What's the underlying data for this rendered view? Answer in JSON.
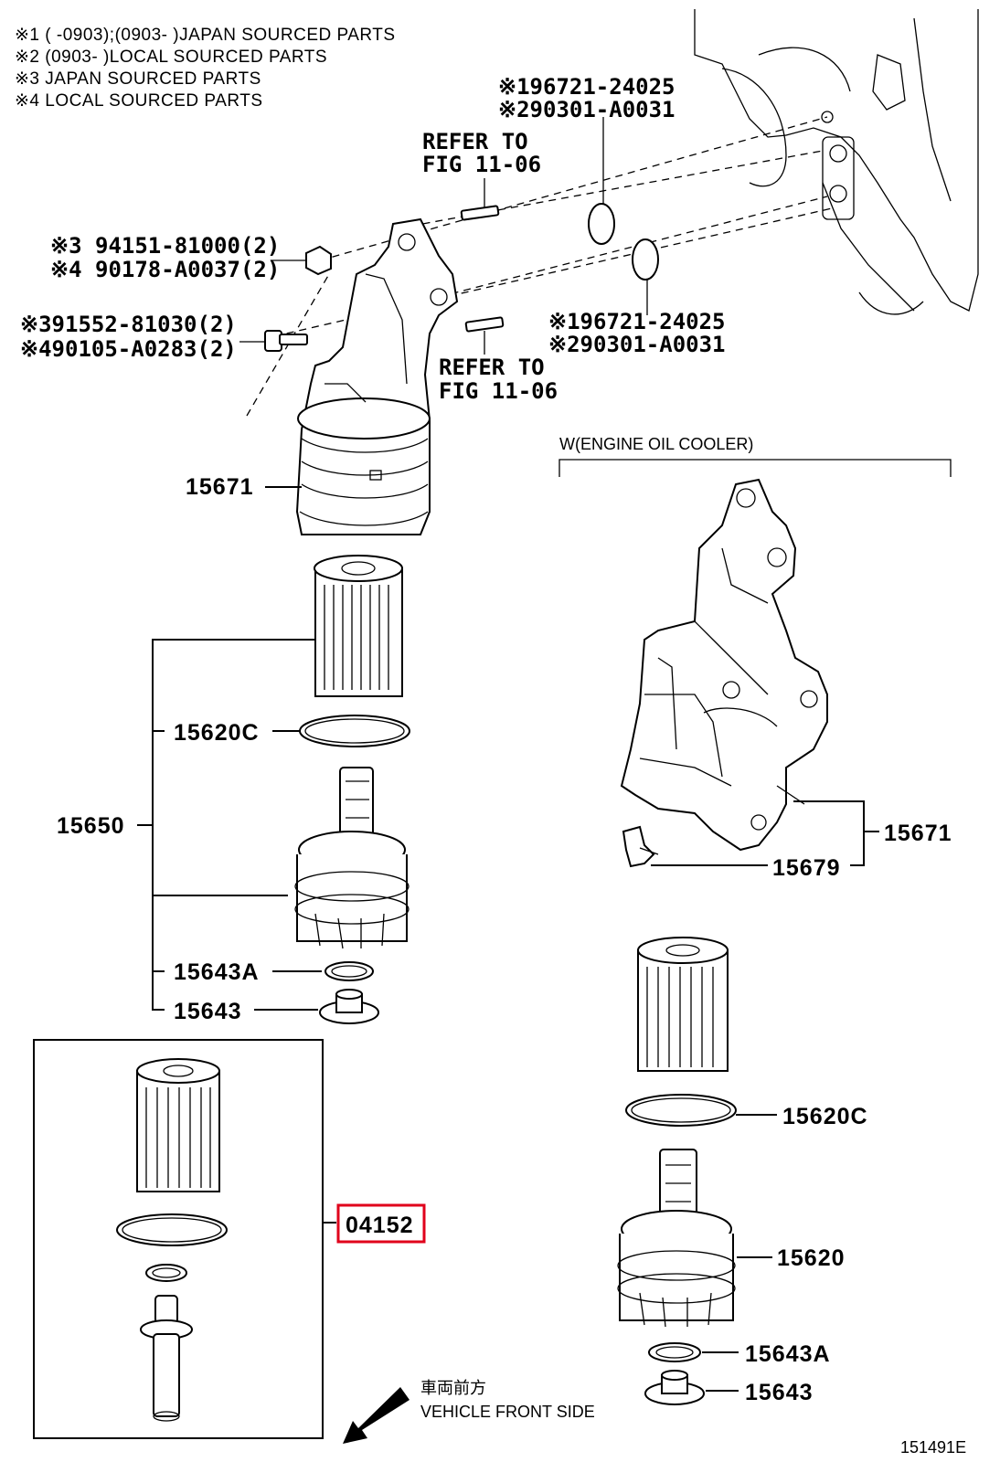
{
  "notes": [
    "※1 (      -0903);(0903-      )JAPAN SOURCED PARTS",
    "※2 (0903-      )LOCAL SOURCED PARTS",
    "※3 JAPAN SOURCED PARTS",
    "※4 LOCAL SOURCED PARTS"
  ],
  "gaskets_top": [
    "※196721-24025",
    "※290301-A0031"
  ],
  "gaskets_mid": [
    "※196721-24025",
    "※290301-A0031"
  ],
  "refer_top": [
    "REFER TO",
    "FIG 11-06"
  ],
  "refer_mid": [
    "REFER TO",
    "FIG 11-06"
  ],
  "nuts": [
    "※3 94151-81000(2)",
    "※4 90178-A0037(2)"
  ],
  "bolts": [
    "※391552-81030(2)",
    "※490105-A0283(2)"
  ],
  "cooler_label": "W(ENGINE OIL COOLER)",
  "left_parts": {
    "housing": "15671",
    "assembly": "15650",
    "element_gasket": "15620C",
    "cap_gasket": "15643A",
    "plug": "15643"
  },
  "kit_part": "04152",
  "right_parts": {
    "housing": "15671",
    "bracket": "15679",
    "element_gasket": "15620C",
    "cap": "15620",
    "cap_gasket": "15643A",
    "plug": "15643"
  },
  "front_jp": "車両前方",
  "front_en": "VEHICLE FRONT SIDE",
  "figure_id": "151491E",
  "colors": {
    "highlight": "#e0001b",
    "ink": "#000000"
  },
  "icons": [
    "front-direction-arrow-icon"
  ]
}
